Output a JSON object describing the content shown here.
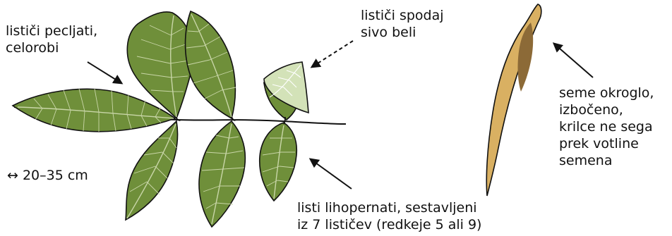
{
  "labels": {
    "leaflets_stalked": [
      "lističi pecljati,",
      "celorobi"
    ],
    "leaflets_underside": [
      "lističi spodaj",
      "sivo beli"
    ],
    "seed": [
      "seme okroglo,",
      "izbočeno,",
      "krilce ne sega",
      "prek votline",
      "semena"
    ],
    "leaf": [
      "listi lihopernati, sestavljeni",
      "iz 7 lističev (redkeje 5 ali 9)"
    ],
    "size": "↔ 20–35 cm"
  },
  "colors": {
    "leaf_fill": "#6f8f3a",
    "leaf_vein": "#c9d6a8",
    "leaf_underside": "#d3e2b8",
    "stem": "#111111",
    "seed_wing": "#d9b062",
    "seed_cavity": "#8c6a37",
    "text": "#111111"
  }
}
